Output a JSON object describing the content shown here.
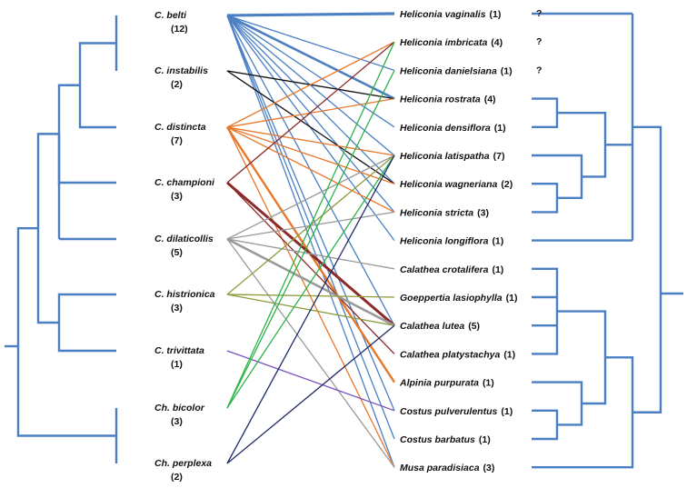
{
  "colors": {
    "tree": "#4a7fc4",
    "beetle_links": [
      "#4a7fc4",
      "#111111",
      "#e8772a",
      "#8b2a2a",
      "#999999",
      "#8c9a3c",
      "#7a4fbf",
      "#2db34a",
      "#1f2a66"
    ]
  },
  "beetles": [
    {
      "name": "C. belti",
      "count": "(12)"
    },
    {
      "name": "C. instabilis",
      "count": "(2)"
    },
    {
      "name": "C. distincta",
      "count": "(7)"
    },
    {
      "name": "C. championi",
      "count": "(3)"
    },
    {
      "name": "C. dilaticollis",
      "count": "(5)"
    },
    {
      "name": "C. histrionica",
      "count": "(3)"
    },
    {
      "name": "C. trivittata",
      "count": "(1)"
    },
    {
      "name": "Ch. bicolor",
      "count": "(3)"
    },
    {
      "name": "Ch. perplexa",
      "count": "(2)"
    }
  ],
  "plants": [
    {
      "name": "Heliconia vaginalis",
      "count": "(1)",
      "mark": "?"
    },
    {
      "name": "Heliconia imbricata",
      "count": "(4)",
      "mark": "?"
    },
    {
      "name": "Heliconia danielsiana",
      "count": "(1)",
      "mark": "?"
    },
    {
      "name": "Heliconia rostrata",
      "count": "(4)",
      "mark": ""
    },
    {
      "name": "Heliconia densiflora",
      "count": "(1)",
      "mark": ""
    },
    {
      "name": "Heliconia latispatha",
      "count": "(7)",
      "mark": ""
    },
    {
      "name": "Heliconia wagneriana",
      "count": "(2)",
      "mark": ""
    },
    {
      "name": "Heliconia stricta",
      "count": "(3)",
      "mark": ""
    },
    {
      "name": "Heliconia longiflora",
      "count": "(1)",
      "mark": ""
    },
    {
      "name": "Calathea crotalifera",
      "count": "(1)",
      "mark": ""
    },
    {
      "name": "Goeppertia lasiophylla",
      "count": "(1)",
      "mark": ""
    },
    {
      "name": "Calathea lutea",
      "count": "(5)",
      "mark": ""
    },
    {
      "name": "Calathea platystachya",
      "count": "(1)",
      "mark": ""
    },
    {
      "name": "Alpinia purpurata",
      "count": "(1)",
      "mark": ""
    },
    {
      "name": "Costus pulverulentus",
      "count": "(1)",
      "mark": ""
    },
    {
      "name": "Costus barbatus",
      "count": "(1)",
      "mark": ""
    },
    {
      "name": "Musa paradisiaca",
      "count": "(3)",
      "mark": ""
    }
  ],
  "associations": [
    {
      "beetle": "C. belti",
      "plants": [
        "Heliconia vaginalis",
        "Heliconia danielsiana",
        "Heliconia rostrata",
        "Heliconia densiflora",
        "Heliconia latispatha",
        "Heliconia wagneriana",
        "Heliconia stricta",
        "Heliconia longiflora",
        "Calathea lutea",
        "Costus pulverulentus",
        "Costus barbatus",
        "Musa paradisiaca"
      ]
    },
    {
      "beetle": "C. instabilis",
      "plants": [
        "Heliconia rostrata",
        "Heliconia wagneriana"
      ]
    },
    {
      "beetle": "C. distincta",
      "plants": [
        "Heliconia imbricata",
        "Heliconia rostrata",
        "Heliconia latispatha",
        "Heliconia wagneriana",
        "Heliconia stricta",
        "Alpinia purpurata",
        "Musa paradisiaca"
      ]
    },
    {
      "beetle": "C. championi",
      "plants": [
        "Heliconia imbricata",
        "Calathea lutea",
        "Calathea platystachya"
      ]
    },
    {
      "beetle": "C. dilaticollis",
      "plants": [
        "Heliconia latispatha",
        "Heliconia stricta",
        "Calathea crotalifera",
        "Calathea lutea",
        "Musa paradisiaca"
      ]
    },
    {
      "beetle": "C. histrionica",
      "plants": [
        "Heliconia latispatha",
        "Goeppertia lasiophylla",
        "Calathea lutea"
      ]
    },
    {
      "beetle": "C. trivittata",
      "plants": [
        "Costus pulverulentus"
      ]
    },
    {
      "beetle": "Ch. bicolor",
      "plants": [
        "Heliconia imbricata",
        "Heliconia danielsiana",
        "Heliconia latispatha"
      ]
    },
    {
      "beetle": "Ch. perplexa",
      "plants": [
        "Heliconia latispatha",
        "Calathea lutea"
      ]
    }
  ]
}
